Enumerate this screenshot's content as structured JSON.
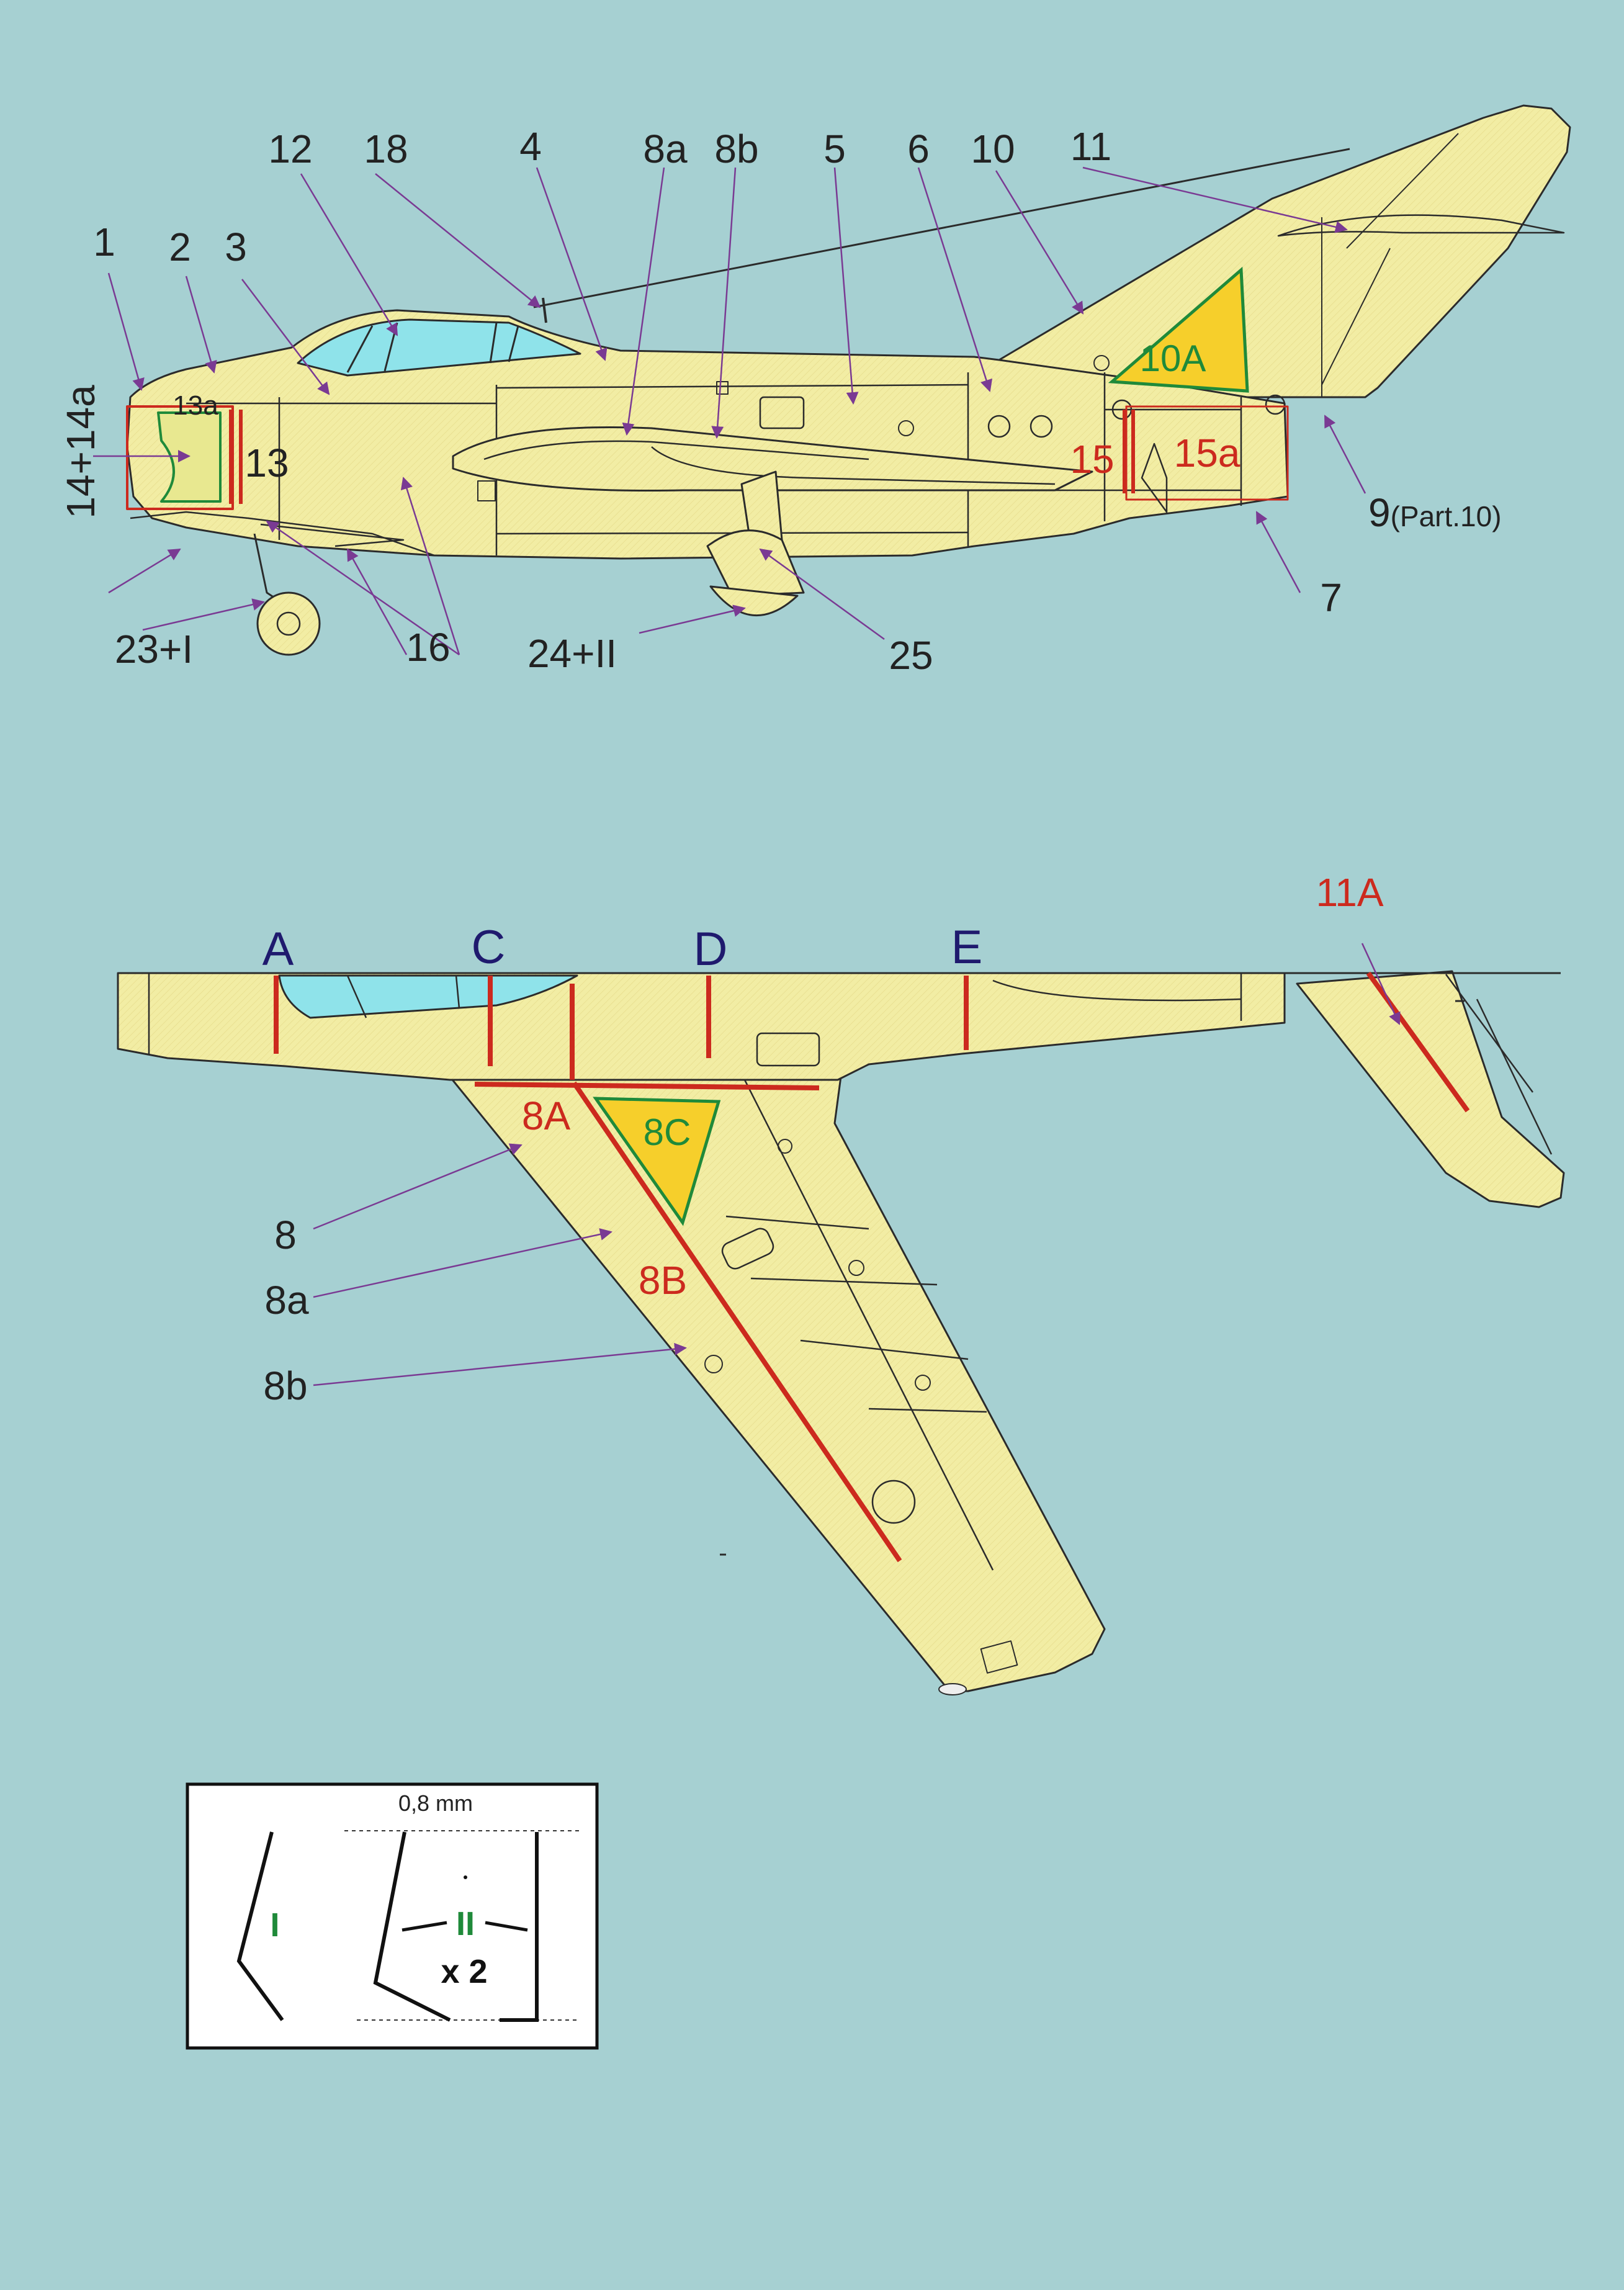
{
  "colors": {
    "background": "#a6d0d2",
    "airframe": "#f2eda4",
    "glass": "#8fe3ea",
    "outline": "#2b2b2b",
    "arrow": "#7a3a93",
    "red_label": "#cc2a1e",
    "blue_label": "#1f1a6e",
    "green_label": "#1f8a3a",
    "yellow_marker": "#f6cf2b"
  },
  "side_view": {
    "labels": {
      "l1": "1",
      "l2": "2",
      "l3": "3",
      "l4": "4",
      "l5": "5",
      "l6": "6",
      "l7": "7",
      "l8a": "8a",
      "l8b": "8b",
      "l9": "9",
      "l9_note": "(Part.10)",
      "l10": "10",
      "l11": "11",
      "l12": "12",
      "l13": "13",
      "l13a": "13a",
      "l14": "14+14a",
      "l16": "16",
      "l18": "18",
      "l23": "23+I",
      "l24": "24+II",
      "l25": "25"
    },
    "red_labels": {
      "l15": "15",
      "l15a": "15a"
    },
    "marker_10a": "10A"
  },
  "wing_view": {
    "section_labels": {
      "a": "A",
      "c": "C",
      "d": "D",
      "e": "E"
    },
    "red_labels": {
      "l11a": "11A",
      "l8A": "8A",
      "l8B": "8B"
    },
    "marker_8c": "8C",
    "labels": {
      "l8": "8",
      "l8a": "8a",
      "l8b": "8b"
    }
  },
  "detail_box": {
    "measurement": "0,8 mm",
    "part_one": "I",
    "part_two": "II",
    "multiplier": "x 2"
  }
}
